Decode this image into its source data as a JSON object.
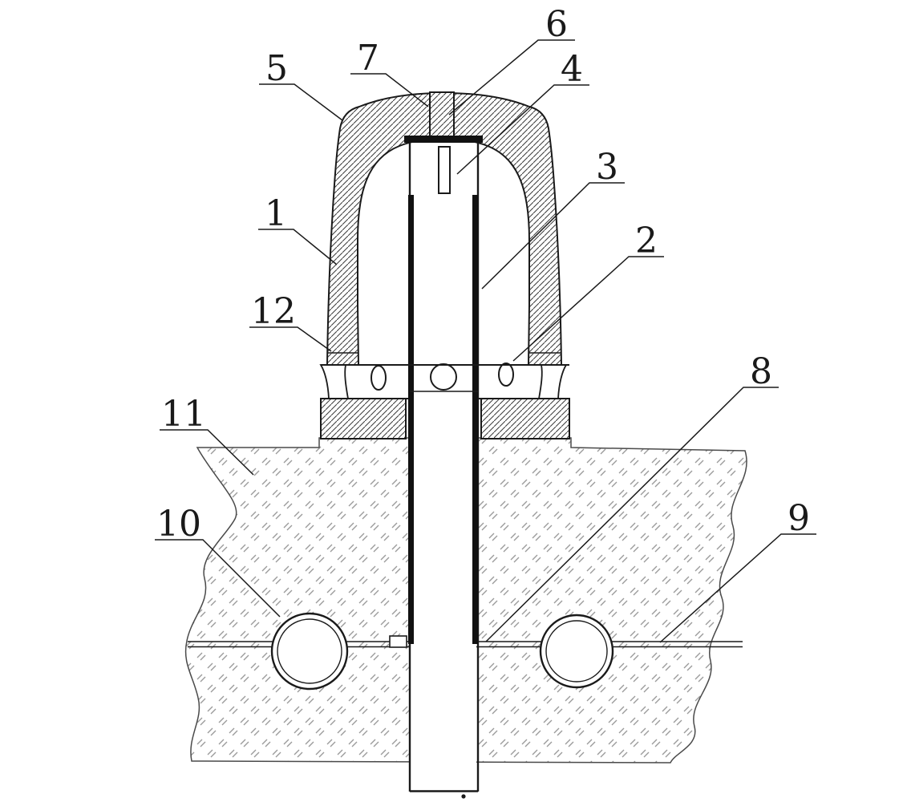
{
  "diagram": {
    "figure_type": "cross-section patent figure",
    "labels": [
      {
        "text": "6"
      },
      {
        "text": "7"
      },
      {
        "text": "4"
      },
      {
        "text": "5"
      },
      {
        "text": "3"
      },
      {
        "text": "2"
      },
      {
        "text": "1"
      },
      {
        "text": "12"
      },
      {
        "text": "11"
      },
      {
        "text": "10"
      },
      {
        "text": "8"
      },
      {
        "text": "9"
      }
    ]
  },
  "colors": {
    "line": "#1a1a1a",
    "hatch": "#3a3a3a",
    "ground_mark": "#9b9b9b",
    "background": "#ffffff"
  }
}
